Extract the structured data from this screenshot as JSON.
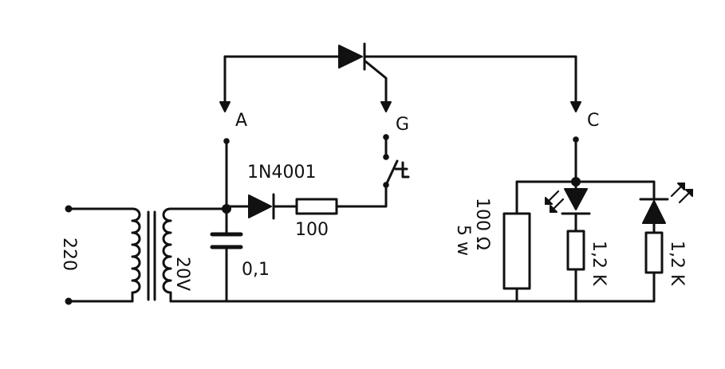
{
  "labels": {
    "mains_voltage": "220",
    "secondary_voltage": "20V",
    "capacitor_value": "0,1",
    "diode_part": "1N4001",
    "gate_resistor": "100",
    "point_a": "A",
    "point_g": "G",
    "point_c": "C",
    "load_resistor_value": "100 Ω",
    "load_resistor_power": "5 w",
    "led_resistor_1": "1,2 K",
    "led_resistor_2": "1,2 K"
  },
  "colors": {
    "ink": "#111111",
    "paper": "#ffffff"
  }
}
